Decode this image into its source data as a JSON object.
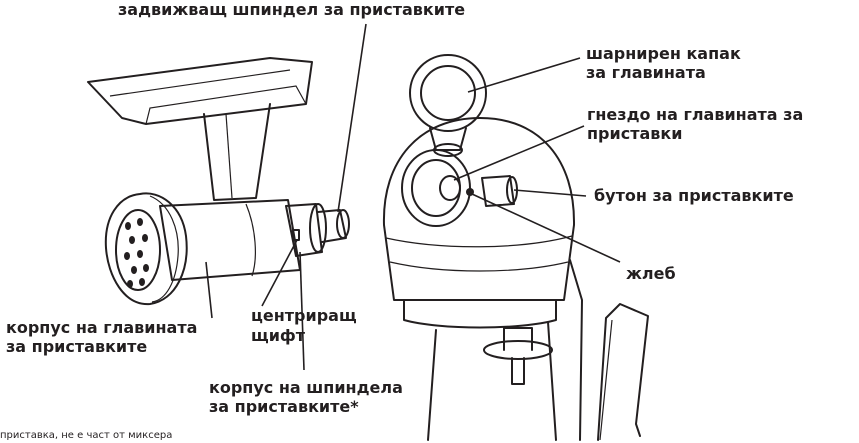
{
  "labels": {
    "sliding_spindle": "задвижващ шпиндел за приставките",
    "hinged_cover_1": "шарнирен капак",
    "hinged_cover_2": "за главината",
    "hub_socket_1": "гнездо на главината за",
    "hub_socket_2": "приставки",
    "attachment_button": "бутон за приставките",
    "groove": "жлеб",
    "centering_pin_1": "центриращ",
    "centering_pin_2": "щифт",
    "hub_housing_1": "корпус на главината",
    "hub_housing_2": "за приставките",
    "spindle_housing_1": "корпус на шпиндела",
    "spindle_housing_2": "за приставките*"
  },
  "footnote": "приставка, не е част от миксера"
}
